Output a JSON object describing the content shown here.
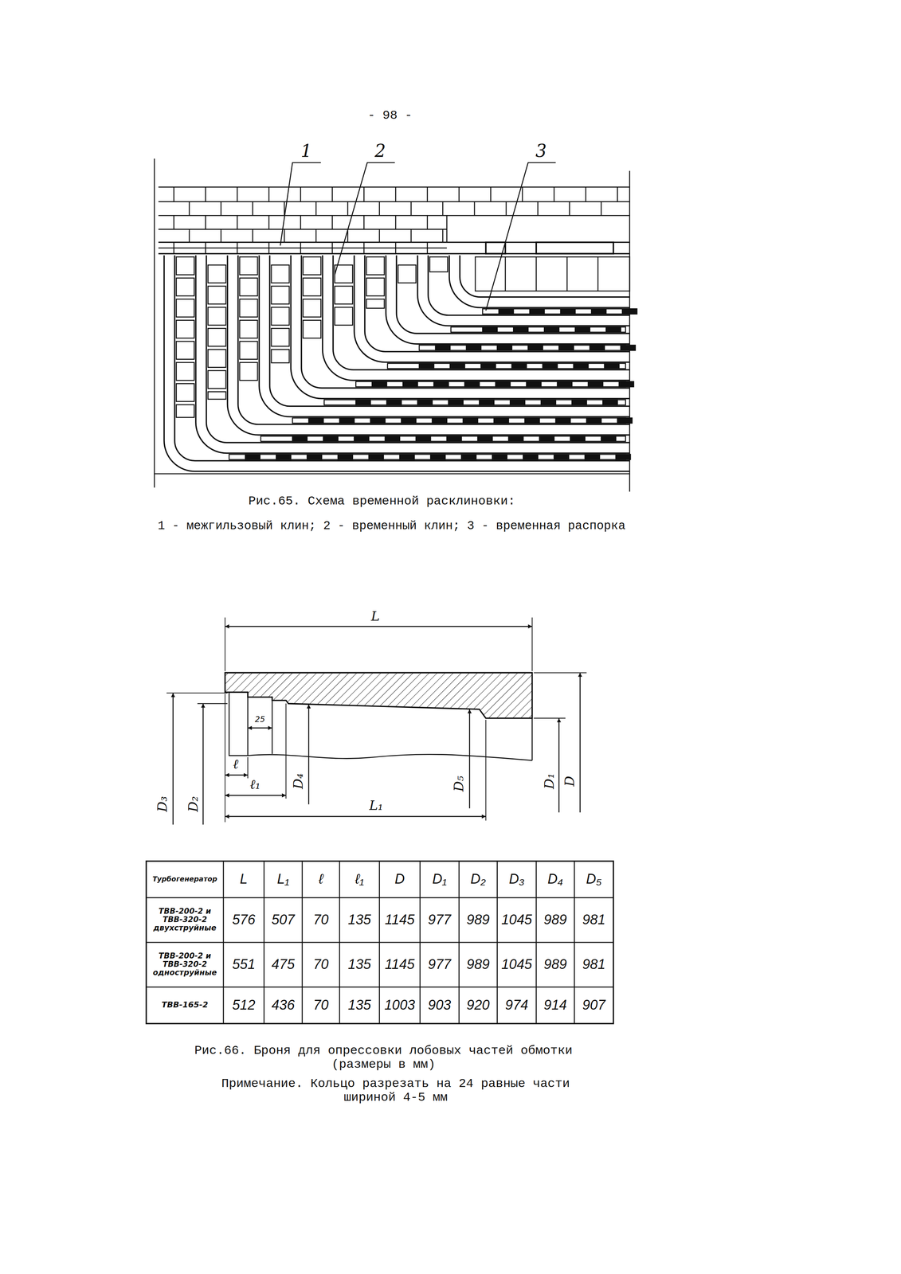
{
  "diagram": {
    "labels": [
      "- 98 -",
      "1",
      "2",
      "3",
      "Рис.65. Схема временной расклиновки:",
      "1 - межгильзовый клин; 2 - временный клин; 3 - временная распорка",
      "L",
      "25",
      "ℓ",
      "ℓ₁",
      "L₁",
      "D₃",
      "D₂",
      "D₄",
      "D₅",
      "D₁",
      "D",
      "Турбогенератор",
      "L",
      "L₁",
      "ℓ",
      "ℓ₁",
      "D",
      "D₁",
      "D₂",
      "D₃",
      "D₄",
      "D₅",
      "ТВВ-200-2 и ТВВ-320-2 двухструйные",
      "576",
      "507",
      "70",
      "135",
      "1145",
      "977",
      "989",
      "1045",
      "989",
      "981",
      "ТВВ-200-2 и ТВВ-320-2 одноструйные",
      "551",
      "475",
      "70",
      "135",
      "1145",
      "977",
      "989",
      "1045",
      "989",
      "981",
      "ТВВ-165-2",
      "512",
      "436",
      "70",
      "135",
      "1003",
      "903",
      "920",
      "974",
      "914",
      "907",
      "Рис.66. Броня для опрессовки лобовых частей обмотки (размеры в мм)",
      "Примечание. Кольцо разрезать на 24 равные части шириной 4-5 мм"
    ]
  }
}
